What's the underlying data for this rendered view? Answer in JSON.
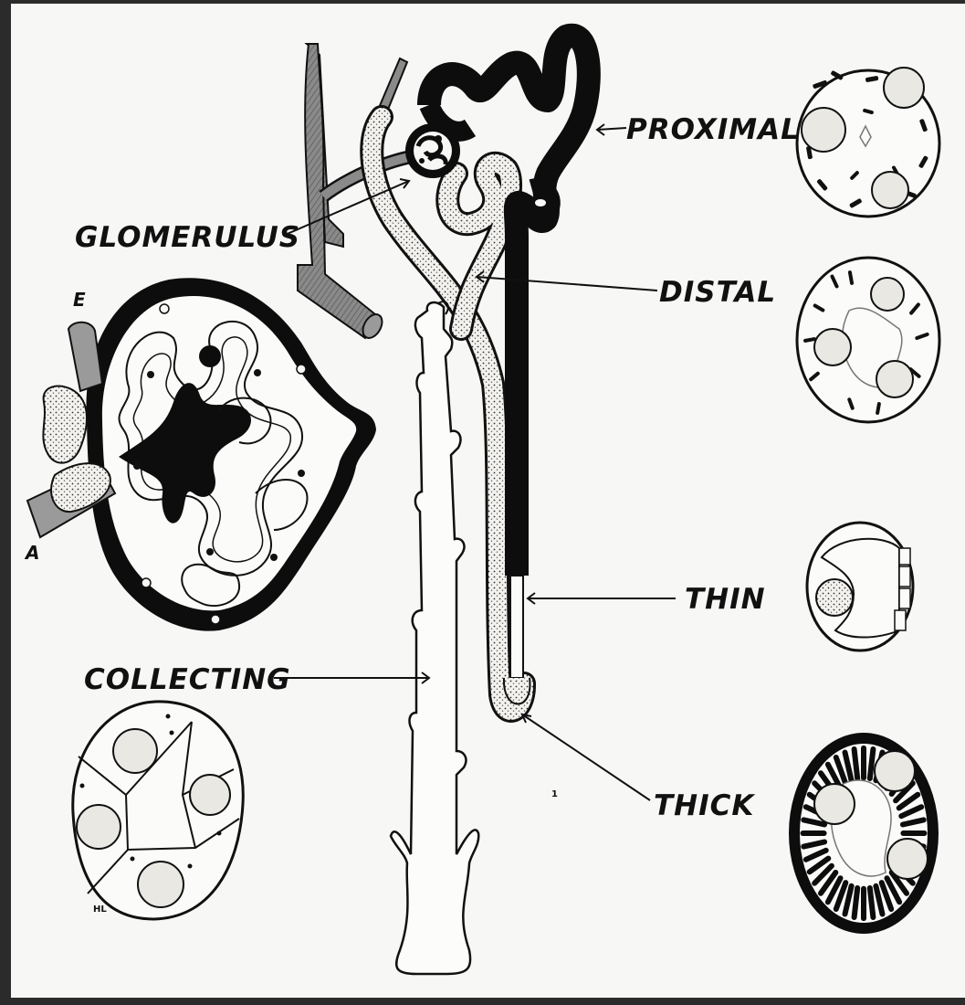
{
  "colors": {
    "paper": "#f7f7f5",
    "ink": "#0d0d0d",
    "frame": "#2b2b2b",
    "vessel_gray": "#8a8a8a",
    "stipple_fill": "#ecebe6"
  },
  "labels": {
    "proximal": "PROXIMAL",
    "glomerulus": "GLOMERULUS",
    "distal": "DISTAL",
    "thin": "THIN",
    "collecting": "COLLECTING",
    "thick": "THICK",
    "efferent": "E",
    "afferent": "A",
    "signature": "HL",
    "mark": "1"
  }
}
